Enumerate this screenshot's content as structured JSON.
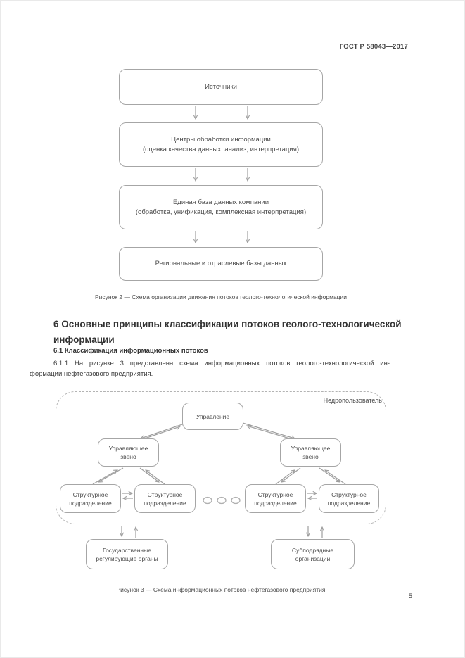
{
  "header": {
    "standard_code": "ГОСТ Р 58043—2017"
  },
  "figure2": {
    "box1_title": "Источники",
    "box2_title": "Центры обработки информации",
    "box2_subtitle": "(оценка качества данных, анализ, интерпретация)",
    "box3_title": "Единая база данных компании",
    "box3_subtitle": "(обработка, унификация, комплексная интерпретация)",
    "box4_title": "Региональные и отраслевые базы данных",
    "caption": "Рисунок 2 — Схема организации движения потоков геолого-технологической информации"
  },
  "section": {
    "heading": "6 Основные принципы классификации потоков геолого-технологической информации",
    "subheading": "6.1 Классификация информационных потоков",
    "paragraph_line1": "6.1.1 На рисунке 3 представлена схема информационных потоков геолого-технологической ин-",
    "paragraph_line2": "формации нефтегазового предприятия."
  },
  "figure3": {
    "frame_label": "Недропользователь",
    "management": "Управление",
    "control_left": "Управляющее звено",
    "control_right": "Управляющее звено",
    "unit1": "Структурное подразделение",
    "unit2": "Структурное подразделение",
    "unit3": "Структурное подразделение",
    "unit4": "Структурное подразделение",
    "state_regulators": "Государственные регулирующие органы",
    "subcontractors": "Субподрядные организации",
    "caption": "Рисунок 3 — Схема информационных потоков нефтегазового предприятия"
  },
  "footer": {
    "page_number": "5"
  },
  "colors": {
    "box_border": "#a6a6a6",
    "arrow": "#9e9e9e",
    "dashed_border": "#b3b3b3",
    "heading_text": "#333333",
    "body_text": "#3c3c3c",
    "diagram_text": "#4d4d4d"
  }
}
